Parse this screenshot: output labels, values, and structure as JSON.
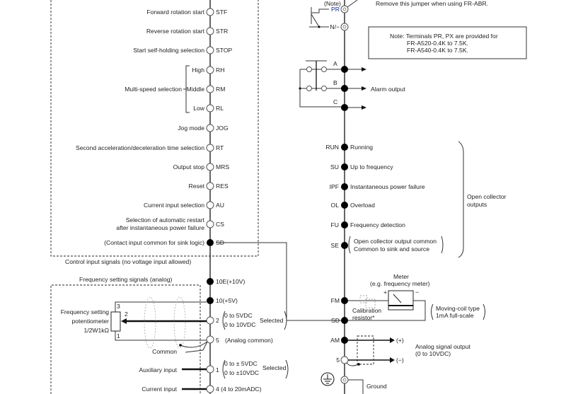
{
  "top": {
    "note_label": "(Note)",
    "jumper_note": "Remove this jumper when using FR-ABR.",
    "pr": "PR",
    "n": "N/−",
    "note_box": [
      "Note: Terminals PR, PX are provided for",
      "FR-A520-0.4K to 7.5K.",
      "FR-A540-0.4K to 7.5K."
    ]
  },
  "control_inputs": [
    {
      "label": "Forward rotation start",
      "terminal": "STF"
    },
    {
      "label": "Reverse rotation start",
      "terminal": "STR"
    },
    {
      "label": "Start self-holding selection",
      "terminal": "STOP"
    },
    {
      "label": "High",
      "terminal": "RH"
    },
    {
      "label": "Middle",
      "terminal": "RM"
    },
    {
      "label": "Low",
      "terminal": "RL"
    },
    {
      "label": "Jog mode",
      "terminal": "JOG"
    },
    {
      "label": "Second acceleration/deceleration time selection",
      "terminal": "RT"
    },
    {
      "label": "Output stop",
      "terminal": "MRS"
    },
    {
      "label": "Reset",
      "terminal": "RES"
    },
    {
      "label": "Current input selection",
      "terminal": "AU"
    },
    {
      "label": "after instantaneous power failure",
      "label_line1": "Selection of automatic restart",
      "terminal": "CS"
    },
    {
      "label": "(Contact input common for sink logic)",
      "terminal": "SD"
    }
  ],
  "multi_speed_label": "Multi-speed selection",
  "control_inputs_caption": "Control input signals (no voltage input allowed)",
  "analog": {
    "caption": "Frequency setting signals (analog)",
    "t10e": "10E(+10V)",
    "t10": "10(+5V)",
    "t2": "2",
    "t2_range1": "0 to  5VDC",
    "t2_range2": "0 to 10VDC",
    "selected": "Selected",
    "t5": "5",
    "t5_desc": "(Analog common)",
    "t1": "1",
    "t1_range1": "0 to ± 5VDC",
    "t1_range2": "0 to ±10VDC",
    "t4": "4 (4 to 20mADC)",
    "pot_label": [
      "Frequency setting",
      "potentiometer",
      "1/2W1kΩ"
    ],
    "pot_pins": [
      "3",
      "2",
      "1"
    ],
    "common": "Common",
    "aux_input": "Auxiliary input",
    "current_input": "Current input"
  },
  "alarm": {
    "a": "A",
    "b": "B",
    "c": "C",
    "label": "Alarm output"
  },
  "outputs": [
    {
      "terminal": "RUN",
      "label": "Running"
    },
    {
      "terminal": "SU",
      "label": "Up to frequency"
    },
    {
      "terminal": "IPF",
      "label": "Instantaneous power failure"
    },
    {
      "terminal": "OL",
      "label": "Overload"
    },
    {
      "terminal": "FU",
      "label": "Frequency detection"
    },
    {
      "terminal": "SE",
      "label": "Open collector output common",
      "label_line2": "Common to sink and source"
    }
  ],
  "open_collector": [
    "Open collector",
    "outputs"
  ],
  "meter": {
    "fm": "FM",
    "sd": "SD",
    "title": [
      "Meter",
      "(e.g. frequency meter)"
    ],
    "plus": "+",
    "minus": "−",
    "calibration": [
      "Calibration",
      "resistor*"
    ],
    "coil": [
      "Moving-coil type",
      "1mA full-scale"
    ]
  },
  "analog_out": {
    "am": "AM",
    "five": "5",
    "plus": "(+)",
    "minus": "(−)",
    "label": [
      "Analog signal output",
      "(0 to 10VDC)"
    ]
  },
  "ground": "Ground"
}
